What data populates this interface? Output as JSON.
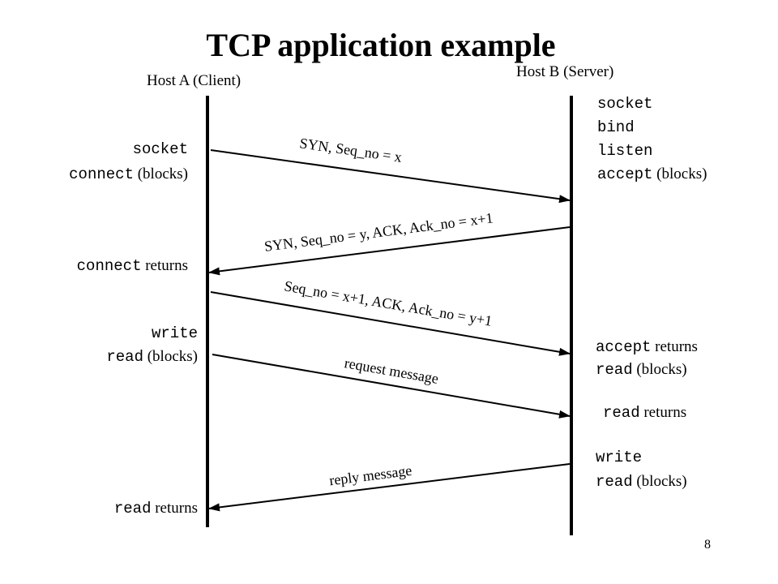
{
  "title": "TCP application example",
  "host_a": "Host A (Client)",
  "host_b": "Host B (Server)",
  "client": {
    "socket": "socket",
    "connect": "connect",
    "connect_suffix": "(blocks)",
    "connect_returns_kw": "connect",
    "connect_returns_text": "returns",
    "write": "write",
    "read": "read",
    "read_suffix": "(blocks)",
    "read_returns_kw": "read",
    "read_returns_text": "returns"
  },
  "server": {
    "socket": "socket",
    "bind": "bind",
    "listen": "listen",
    "accept": "accept",
    "accept_suffix": "(blocks)",
    "accept_returns_kw": "accept",
    "accept_returns_text": "returns",
    "read1": "read",
    "read1_suffix": "(blocks)",
    "read_returns_kw": "read",
    "read_returns_text": "returns",
    "write": "write",
    "read2": "read",
    "read2_suffix": "(blocks)"
  },
  "messages": [
    "SYN, Seq_no = x",
    "SYN, Seq_no = y, ACK, Ack_no = x+1",
    "Seq_no = x+1, ACK, Ack_no = y+1",
    "request message",
    "reply message"
  ],
  "page_number": "8"
}
